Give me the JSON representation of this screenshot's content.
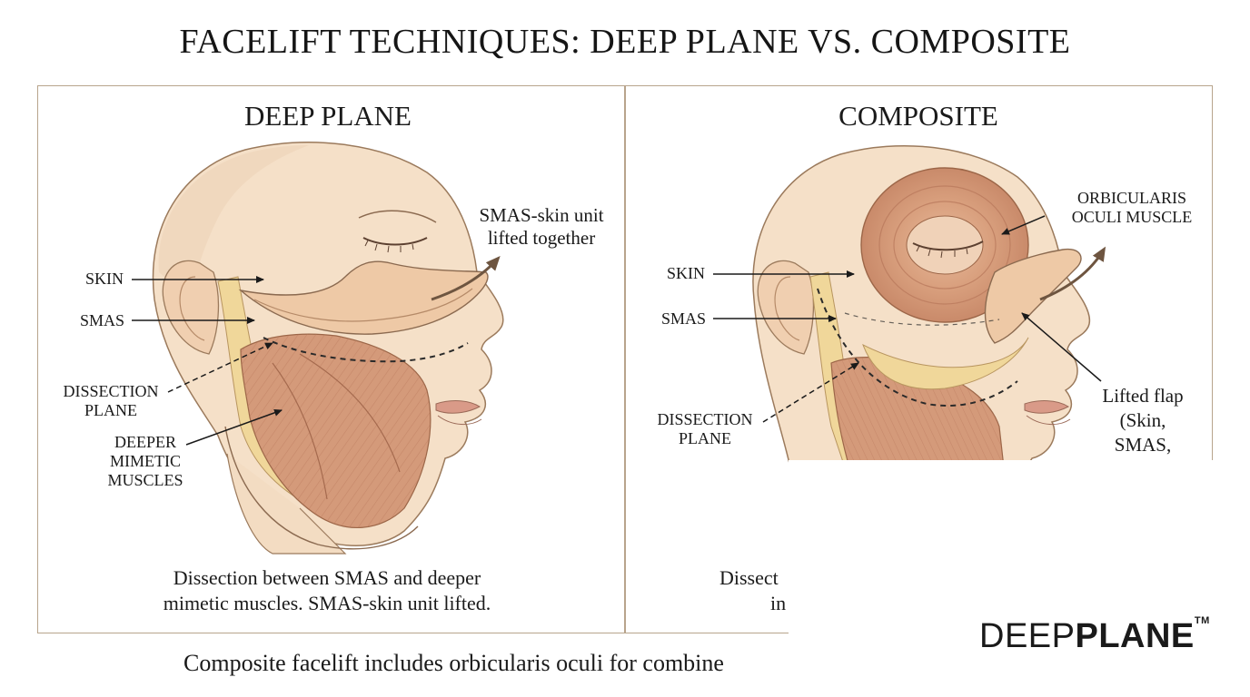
{
  "title": "FACELIFT TECHNIQUES: DEEP PLANE VS. COMPOSITE",
  "left_panel": {
    "heading": "DEEP PLANE",
    "labels": {
      "skin": "SKIN",
      "smas": "SMAS",
      "dissection_1": "DISSECTION",
      "dissection_2": "PLANE",
      "deeper_1": "DEEPER",
      "deeper_2": "MIMETIC",
      "deeper_3": "MUSCLES",
      "unit_1": "SMAS-skin unit",
      "unit_2": "lifted together"
    },
    "caption_1": "Dissection between SMAS and deeper",
    "caption_2": "mimetic muscles. SMAS-skin unit lifted."
  },
  "right_panel": {
    "heading": "COMPOSITE",
    "labels": {
      "skin": "SKIN",
      "smas": "SMAS",
      "dissection_1": "DISSECTION",
      "dissection_2": "PLANE",
      "orbicularis_1": "ORBICULARIS",
      "orbicularis_2": "OCULI MUSCLE",
      "flap_1": "Lifted flap",
      "flap_2": "(Skin,",
      "flap_3": "SMAS,"
    },
    "caption_1": "Dissect",
    "caption_2": "in"
  },
  "footer": "Composite facelift includes orbicularis oculi for combine",
  "logo": {
    "light": "DEEP",
    "bold": "PLANE",
    "tm": "TM"
  },
  "colors": {
    "skin": "#f3dcc2",
    "skin_shadow": "#e2bd98",
    "muscle": "#d49a7a",
    "muscle_dark": "#b7765a",
    "fat": "#f0d79a",
    "line": "#7a5a40",
    "frame": "#b8a48c"
  }
}
